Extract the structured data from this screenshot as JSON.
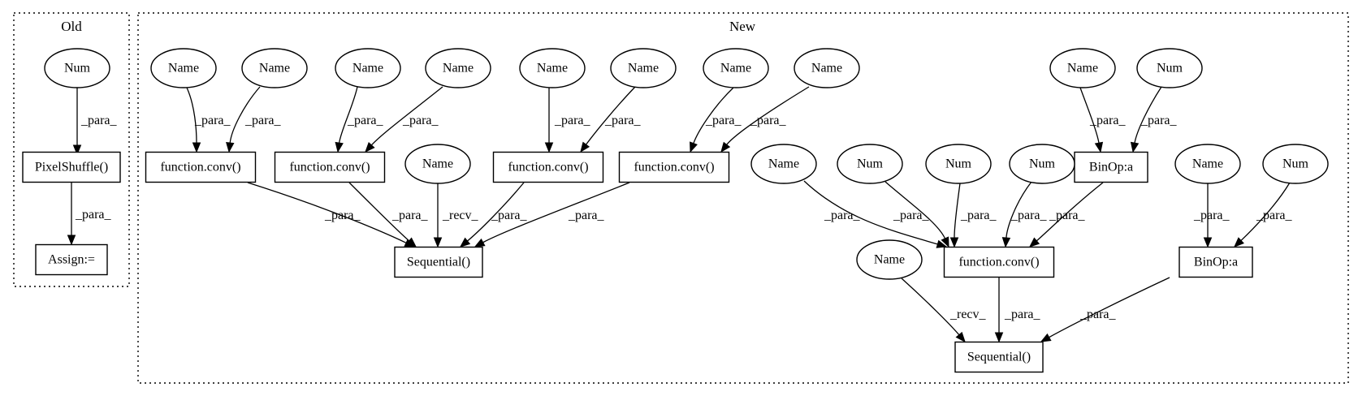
{
  "clusters": {
    "old": {
      "label": "Old"
    },
    "new": {
      "label": "New"
    }
  },
  "nodes": {
    "old_num": {
      "label": "Num",
      "shape": "ellipse"
    },
    "old_pixelshuffle": {
      "label": "PixelShuffle()",
      "shape": "box"
    },
    "old_assign": {
      "label": "Assign:=",
      "shape": "box"
    },
    "n1": {
      "label": "Name",
      "shape": "ellipse"
    },
    "n2": {
      "label": "Name",
      "shape": "ellipse"
    },
    "n3": {
      "label": "Name",
      "shape": "ellipse"
    },
    "n4": {
      "label": "Name",
      "shape": "ellipse"
    },
    "n5": {
      "label": "Name",
      "shape": "ellipse"
    },
    "n6": {
      "label": "Name",
      "shape": "ellipse"
    },
    "n7": {
      "label": "Name",
      "shape": "ellipse"
    },
    "n8": {
      "label": "Name",
      "shape": "ellipse"
    },
    "n9": {
      "label": "Name",
      "shape": "ellipse"
    },
    "num1": {
      "label": "Num",
      "shape": "ellipse"
    },
    "conv1": {
      "label": "function.conv()",
      "shape": "box"
    },
    "conv2": {
      "label": "function.conv()",
      "shape": "box"
    },
    "conv3": {
      "label": "function.conv()",
      "shape": "box"
    },
    "conv4": {
      "label": "function.conv()",
      "shape": "box"
    },
    "name_recv1": {
      "label": "Name",
      "shape": "ellipse"
    },
    "seq1": {
      "label": "Sequential()",
      "shape": "box"
    },
    "binop1": {
      "label": "BinOp:a",
      "shape": "box"
    },
    "name_a": {
      "label": "Name",
      "shape": "ellipse"
    },
    "num_a": {
      "label": "Num",
      "shape": "ellipse"
    },
    "num_b": {
      "label": "Num",
      "shape": "ellipse"
    },
    "num_c": {
      "label": "Num",
      "shape": "ellipse"
    },
    "name_b": {
      "label": "Name",
      "shape": "ellipse"
    },
    "num_d": {
      "label": "Num",
      "shape": "ellipse"
    },
    "conv5": {
      "label": "function.conv()",
      "shape": "box"
    },
    "binop2": {
      "label": "BinOp:a",
      "shape": "box"
    },
    "name_recv2": {
      "label": "Name",
      "shape": "ellipse"
    },
    "seq2": {
      "label": "Sequential()",
      "shape": "box"
    }
  },
  "edges": [
    {
      "from": "old_num",
      "to": "old_pixelshuffle",
      "label": "_para_"
    },
    {
      "from": "old_pixelshuffle",
      "to": "old_assign",
      "label": "_para_"
    },
    {
      "from": "n1",
      "to": "conv1",
      "label": "_para_"
    },
    {
      "from": "n2",
      "to": "conv1",
      "label": "_para_"
    },
    {
      "from": "n3",
      "to": "conv2",
      "label": "_para_"
    },
    {
      "from": "n4",
      "to": "conv2",
      "label": "_para_"
    },
    {
      "from": "n5",
      "to": "conv3",
      "label": "_para_"
    },
    {
      "from": "n6",
      "to": "conv3",
      "label": "_para_"
    },
    {
      "from": "n7",
      "to": "conv4",
      "label": "_para_"
    },
    {
      "from": "n8",
      "to": "conv4",
      "label": "_para_"
    },
    {
      "from": "n9",
      "to": "binop1",
      "label": "_para_"
    },
    {
      "from": "num1",
      "to": "binop1",
      "label": "_para_"
    },
    {
      "from": "conv1",
      "to": "seq1",
      "label": "_para_"
    },
    {
      "from": "conv2",
      "to": "seq1",
      "label": "_para_"
    },
    {
      "from": "name_recv1",
      "to": "seq1",
      "label": "_recv_"
    },
    {
      "from": "conv3",
      "to": "seq1",
      "label": "_para_"
    },
    {
      "from": "conv4",
      "to": "seq1",
      "label": "_para_"
    },
    {
      "from": "name_a",
      "to": "conv5",
      "label": "_para_"
    },
    {
      "from": "num_a",
      "to": "conv5",
      "label": "_para_"
    },
    {
      "from": "num_b",
      "to": "conv5",
      "label": "_para_"
    },
    {
      "from": "num_c",
      "to": "conv5",
      "label": "_para_"
    },
    {
      "from": "binop1",
      "to": "conv5",
      "label": "_para_"
    },
    {
      "from": "name_b",
      "to": "binop2",
      "label": "_para_"
    },
    {
      "from": "num_d",
      "to": "binop2",
      "label": "_para_"
    },
    {
      "from": "name_recv2",
      "to": "seq2",
      "label": "_recv_"
    },
    {
      "from": "conv5",
      "to": "seq2",
      "label": "_para_"
    },
    {
      "from": "binop2",
      "to": "seq2",
      "label": "_para_"
    }
  ]
}
